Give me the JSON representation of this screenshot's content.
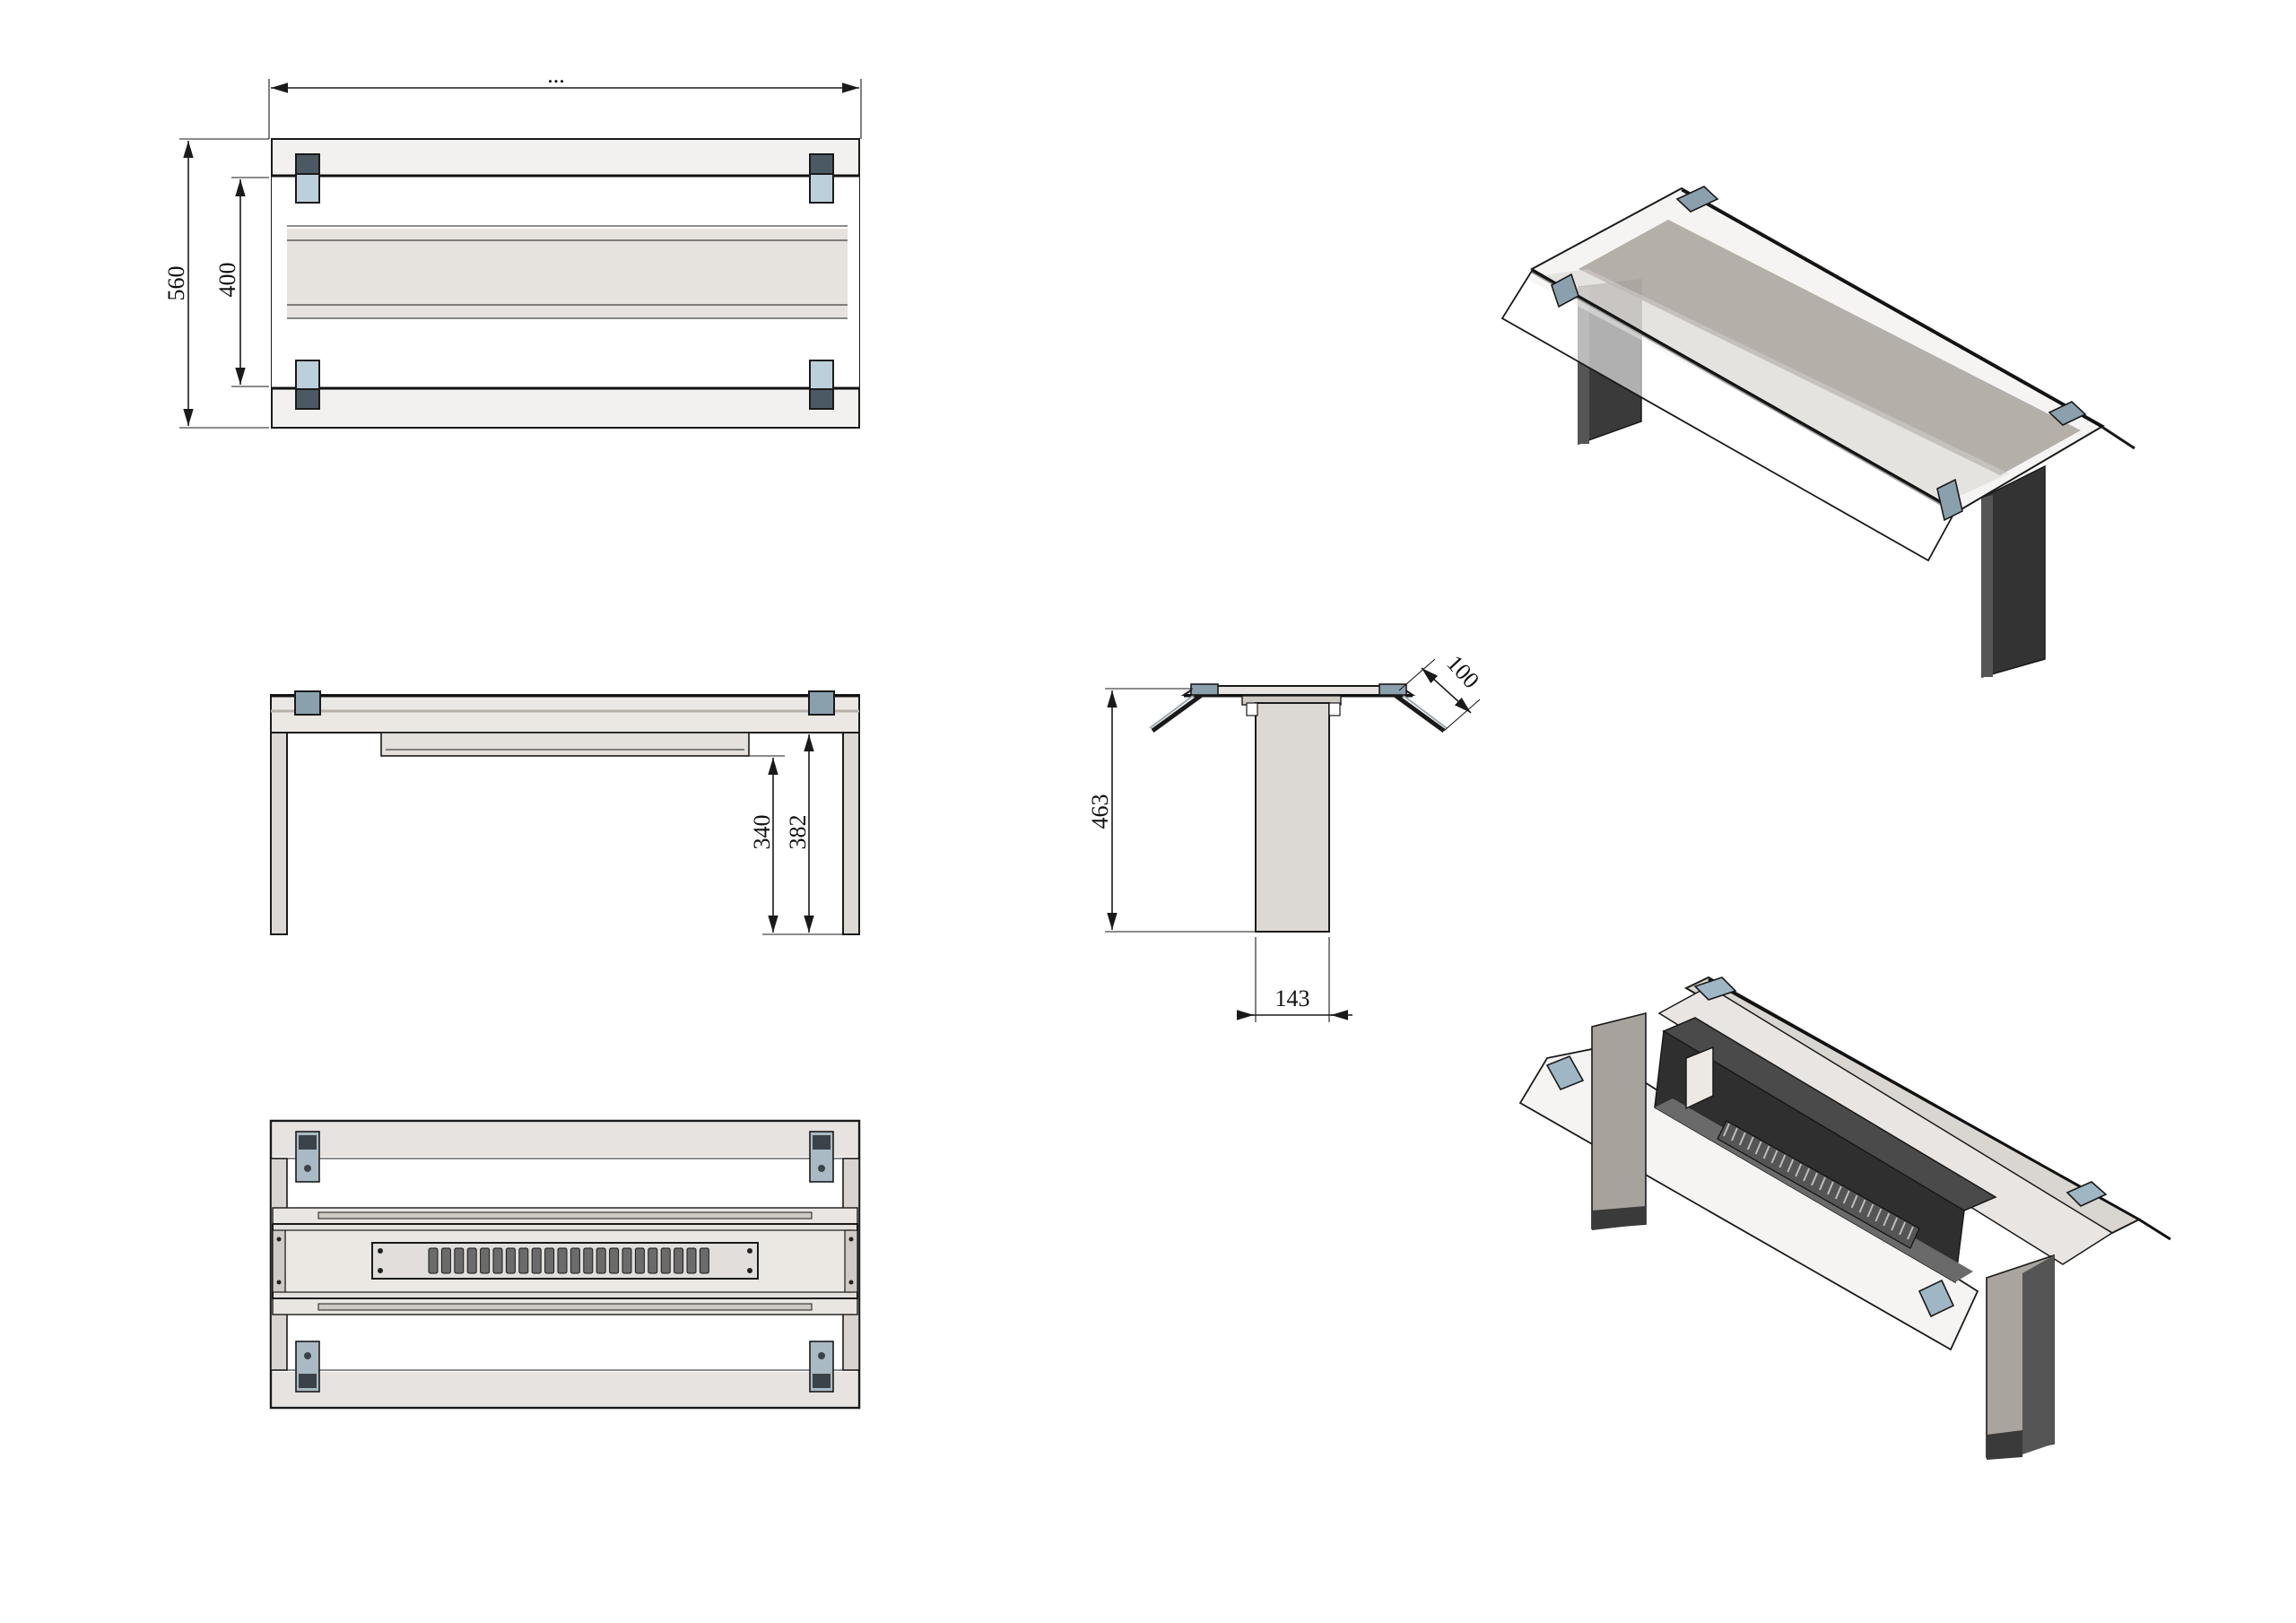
{
  "colors": {
    "glass": "#eeecea",
    "leg_light": "#dcd8d3",
    "leg_mid": "#a8a29c",
    "leg_dark": "#3a3a3a",
    "bracket": "#9fb6c4",
    "bracket_dark": "#4b5a62",
    "frame": "#555555",
    "line": "#1a1a1a"
  },
  "dimensions": {
    "top_width": "...",
    "top_depth_outer": "560",
    "top_depth_inner": "400",
    "front_height_inner": "340",
    "front_height_outer": "382",
    "side_height": "463",
    "side_glass_offset": "100",
    "leg_width": "143"
  }
}
